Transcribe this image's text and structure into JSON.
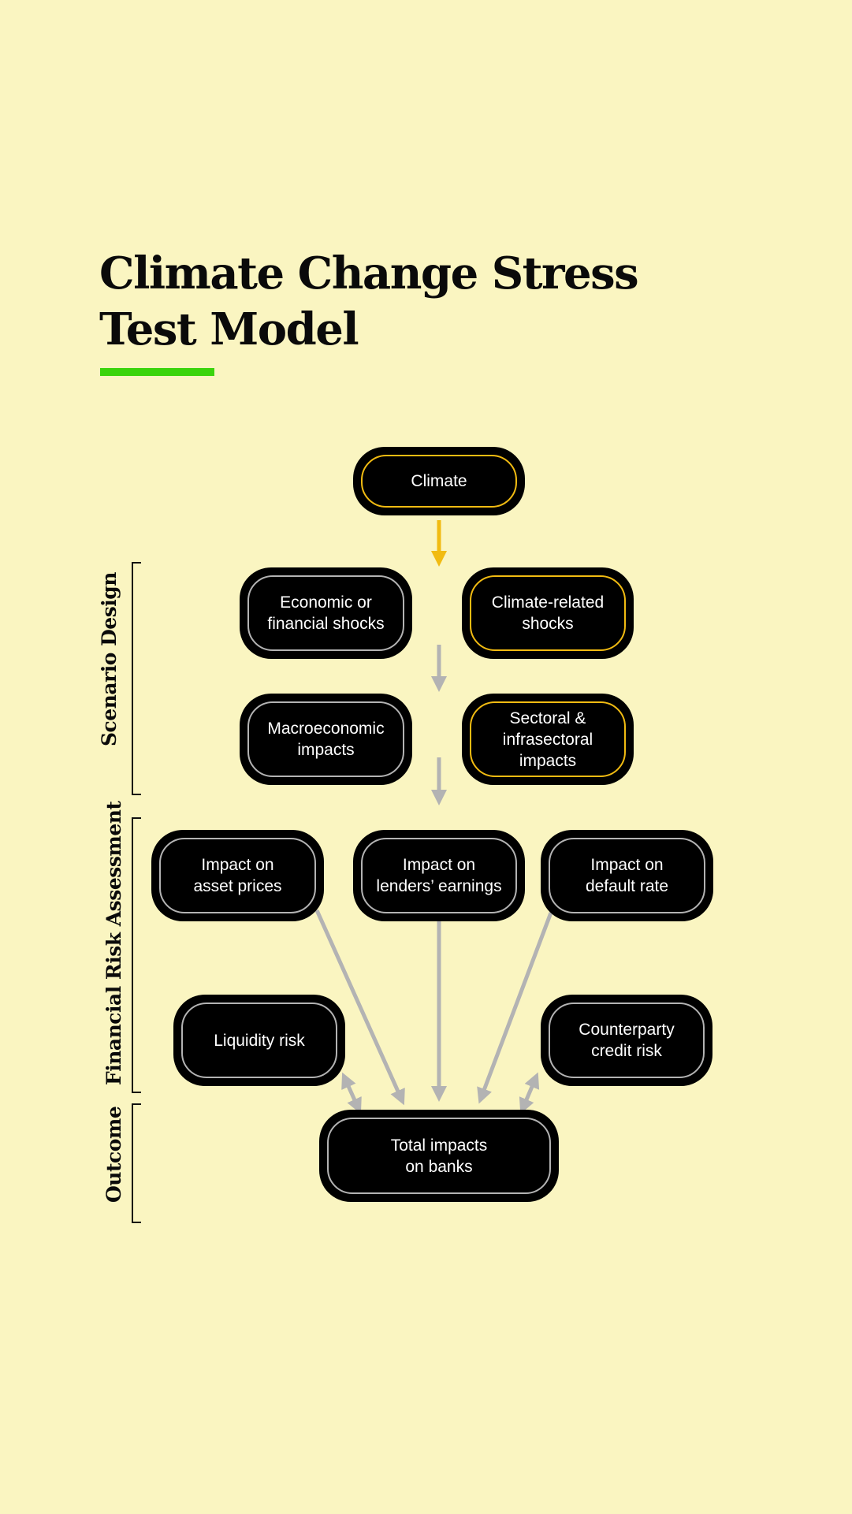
{
  "title": {
    "line1": "Climate Change Stress",
    "line2": "Test Model"
  },
  "colors": {
    "background": "#faf5c1",
    "accent_bar": "#3ad40c",
    "climate_path": "#f1bb12",
    "neutral_path": "#b3b3b3",
    "box_fill": "#000000"
  },
  "sections": [
    {
      "id": "scenario",
      "label": "Scenario Design"
    },
    {
      "id": "financial",
      "label": "Financial Risk Assessment"
    },
    {
      "id": "outcome",
      "label": "Outcome"
    }
  ],
  "nodes": {
    "climate": {
      "lines": [
        "Climate"
      ],
      "style": "yellow"
    },
    "economic_shocks": {
      "lines": [
        "Economic or",
        "financial shocks"
      ],
      "style": "gray"
    },
    "climate_shocks": {
      "lines": [
        "Climate-related",
        "shocks"
      ],
      "style": "yellow"
    },
    "macro_impacts": {
      "lines": [
        "Macroeconomic",
        "impacts"
      ],
      "style": "gray"
    },
    "sectoral_impacts": {
      "lines": [
        "Sectoral &",
        "infrasectoral",
        "impacts"
      ],
      "style": "yellow"
    },
    "asset_prices": {
      "lines": [
        "Impact on",
        "asset prices"
      ],
      "style": "gray"
    },
    "lenders_earnings": {
      "lines": [
        "Impact on",
        "lenders’ earnings"
      ],
      "style": "gray"
    },
    "default_rate": {
      "lines": [
        "Impact on",
        "default rate"
      ],
      "style": "gray"
    },
    "liquidity_risk": {
      "lines": [
        "Liquidity risk"
      ],
      "style": "gray"
    },
    "counterparty_risk": {
      "lines": [
        "Counterparty",
        "credit risk"
      ],
      "style": "gray"
    },
    "total_impacts": {
      "lines": [
        "Total impacts",
        "on banks"
      ],
      "style": "gray"
    }
  },
  "edges": [
    {
      "from": "climate",
      "to": "scenario-row-1",
      "color": "yellow",
      "direction": "one-way"
    },
    {
      "from": "scenario-row-1",
      "to": "scenario-row-2",
      "color": "gray",
      "direction": "one-way"
    },
    {
      "from": "scenario-row-2",
      "to": "financial-row",
      "color": "gray",
      "direction": "one-way"
    },
    {
      "from": "asset_prices",
      "to": "total_impacts",
      "color": "gray",
      "direction": "one-way"
    },
    {
      "from": "lenders_earnings",
      "to": "total_impacts",
      "color": "gray",
      "direction": "one-way"
    },
    {
      "from": "default_rate",
      "to": "total_impacts",
      "color": "gray",
      "direction": "one-way"
    },
    {
      "from": "liquidity_risk",
      "to": "total_impacts",
      "color": "gray",
      "direction": "two-way"
    },
    {
      "from": "counterparty_risk",
      "to": "total_impacts",
      "color": "gray",
      "direction": "two-way"
    }
  ]
}
